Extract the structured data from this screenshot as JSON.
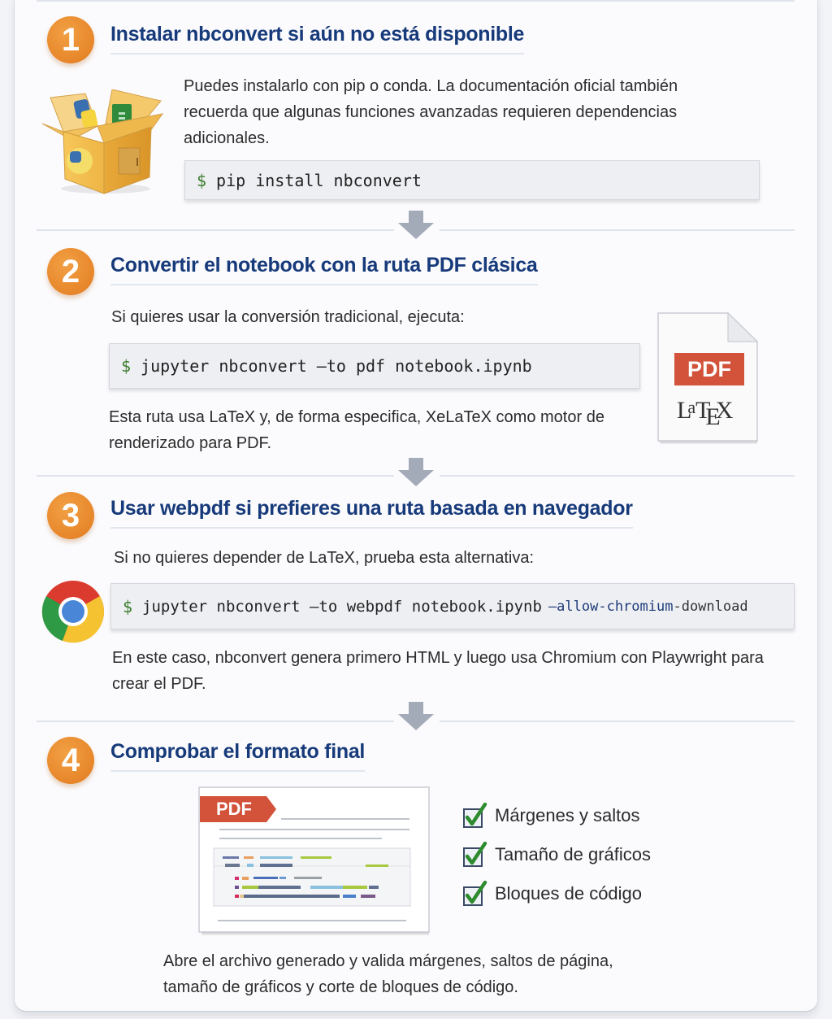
{
  "steps": [
    {
      "number": "1",
      "title": "Instalar nbconvert si aún no está disponible",
      "description": "Puedes instalarlo con pip o conda. La documentación oficial también recuerda que algunas funciones avanzadas requieren dependencias adicionales.",
      "command": {
        "prompt": "$",
        "text": "pip install nbconvert"
      },
      "icon": "package-box-icon"
    },
    {
      "number": "2",
      "title": "Convertir el notebook con la ruta PDF clásica",
      "intro": "Si quieres usar la conversión tradicional, ejecuta:",
      "command": {
        "prompt": "$",
        "text": "jupyter nbconvert —to pdf notebook.ipynb"
      },
      "description": "Esta ruta usa LaTeX y, de forma especifica, XeLaTeX como motor de renderizado para PDF.",
      "icon": "pdf-latex-file-icon",
      "icon_labels": {
        "pdf": "PDF",
        "latex": "LaTeX"
      }
    },
    {
      "number": "3",
      "title": "Usar webpdf si prefieres una ruta basada en navegador",
      "intro": "Si no quieres depender de LaTeX, prueba esta alternativa:",
      "command": {
        "prompt": "$",
        "text": "jupyter nbconvert —to webpdf notebook.ipynb",
        "flag": "—allow-chromium",
        "flag_tail": "-download"
      },
      "description": "En este caso, nbconvert genera primero HTML y luego usa Chromium con Playwright para crear el PDF.",
      "icon": "chrome-icon"
    },
    {
      "number": "4",
      "title": "Comprobar el formato final",
      "icon": "pdf-document-preview-icon",
      "icon_labels": {
        "pdf": "PDF"
      },
      "checklist": [
        {
          "label": "Márgenes y saltos",
          "checked": true
        },
        {
          "label": "Tamaño de gráficos",
          "checked": true
        },
        {
          "label": "Bloques de código",
          "checked": true
        }
      ],
      "description": "Abre el archivo generado y valida márgenes, saltos de página, tamaño de gráficos y corte de bloques de código."
    }
  ],
  "colors": {
    "badge": "#e7862a",
    "heading": "#173a7a",
    "pdf_red": "#d2523a",
    "check_green": "#2e8b2e",
    "arrow": "#a3aab8"
  }
}
